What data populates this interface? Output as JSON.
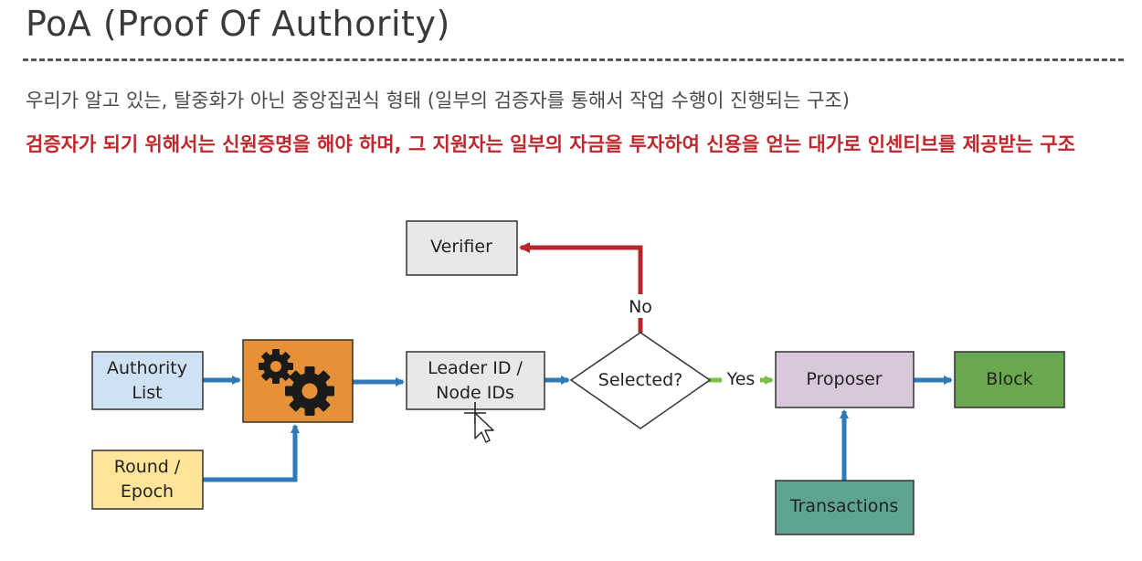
{
  "slide": {
    "title": "PoA (Proof Of Authority)",
    "line1": "우리가 알고 있는, 탈중화가 아닌 중앙집권식 형태 (일부의 검증자를 통해서 작업 수행이 진행되는 구조)",
    "line2": "검증자가 되기 위해서는 신원증명을 해야 하며, 그 지원자는 일부의 자금을 투자하여 신용을 얻는 대가로 인센티브를 제공받는 구조"
  },
  "diagram": {
    "nodes": {
      "verifier": "Verifier",
      "authority_line1": "Authority",
      "authority_line2": "List",
      "round_line1": "Round /",
      "round_line2": "Epoch",
      "leader_line1": "Leader ID /",
      "leader_line2": "Node IDs",
      "selected": "Selected?",
      "proposer": "Proposer",
      "block": "Block",
      "transactions": "Transactions"
    },
    "edges": {
      "no": "No",
      "yes": "Yes"
    },
    "colors": {
      "blue_arrow": "#2e7ab8",
      "red_arrow": "#b5272d",
      "green_arrow": "#7cbf47",
      "authority_fill": "#cfe2f3",
      "round_fill": "#ffe599",
      "engine_fill": "#e69138",
      "gray_fill": "#e8e8e8",
      "proposer_fill": "#d9c8dc",
      "block_fill": "#6aa84f",
      "transactions_fill": "#5fa493"
    },
    "icons": {
      "engine": "gears-icon"
    }
  }
}
